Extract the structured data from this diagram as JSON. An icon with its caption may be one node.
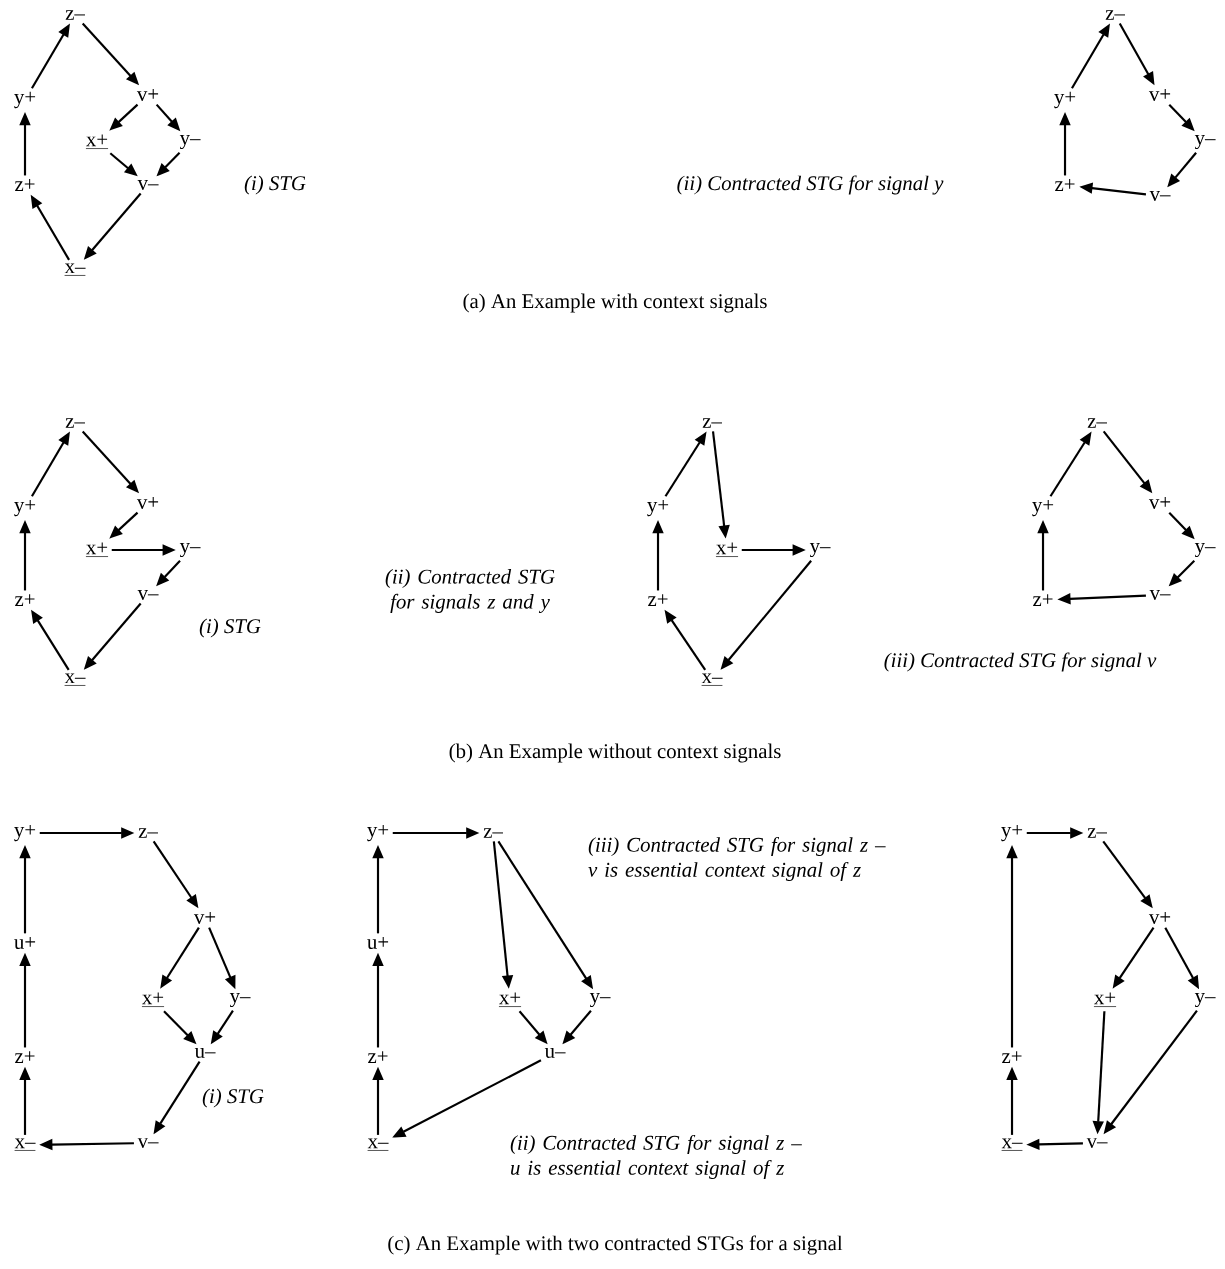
{
  "diagram": {
    "nodes": [
      {
        "text": [
          "z–"
        ]
      },
      {
        "text": [
          "y+"
        ]
      },
      {
        "text": [
          "v+"
        ]
      },
      {
        "text": [
          "x+"
        ]
      },
      {
        "text": [
          "y–"
        ]
      },
      {
        "text": [
          "z+"
        ]
      },
      {
        "text": [
          "v–"
        ]
      },
      {
        "text": [
          "x–"
        ]
      },
      {
        "text": [
          "z–"
        ]
      },
      {
        "text": [
          "y+"
        ]
      },
      {
        "text": [
          "v+"
        ]
      },
      {
        "text": [
          "y–"
        ]
      },
      {
        "text": [
          "z+"
        ]
      },
      {
        "text": [
          "v–"
        ]
      },
      {
        "text": [
          "z–"
        ]
      },
      {
        "text": [
          "y+"
        ]
      },
      {
        "text": [
          "v+"
        ]
      },
      {
        "text": [
          "x+"
        ]
      },
      {
        "text": [
          "y–"
        ]
      },
      {
        "text": [
          "z+"
        ]
      },
      {
        "text": [
          "v–"
        ]
      },
      {
        "text": [
          "x–"
        ]
      },
      {
        "text": [
          "z–"
        ]
      },
      {
        "text": [
          "y+"
        ]
      },
      {
        "text": [
          "x+"
        ]
      },
      {
        "text": [
          "y–"
        ]
      },
      {
        "text": [
          "z+"
        ]
      },
      {
        "text": [
          "x–"
        ]
      },
      {
        "text": [
          "z–"
        ]
      },
      {
        "text": [
          "y+"
        ]
      },
      {
        "text": [
          "v+"
        ]
      },
      {
        "text": [
          "y–"
        ]
      },
      {
        "text": [
          "z+"
        ]
      },
      {
        "text": [
          "v–"
        ]
      },
      {
        "text": [
          "y+"
        ]
      },
      {
        "text": [
          "z–"
        ]
      },
      {
        "text": [
          "v+"
        ]
      },
      {
        "text": [
          "u+"
        ]
      },
      {
        "text": [
          "x+"
        ]
      },
      {
        "text": [
          "y–"
        ]
      },
      {
        "text": [
          "u–"
        ]
      },
      {
        "text": [
          "z+"
        ]
      },
      {
        "text": [
          "x–"
        ]
      },
      {
        "text": [
          "v–"
        ]
      },
      {
        "text": [
          "y+"
        ]
      },
      {
        "text": [
          "z–"
        ]
      },
      {
        "text": [
          "u+"
        ]
      },
      {
        "text": [
          "x+"
        ]
      },
      {
        "text": [
          "y–"
        ]
      },
      {
        "text": [
          "u–"
        ]
      },
      {
        "text": [
          "z+"
        ]
      },
      {
        "text": [
          "x–"
        ]
      },
      {
        "text": [
          "y+"
        ]
      },
      {
        "text": [
          "z–"
        ]
      },
      {
        "text": [
          "v+"
        ]
      },
      {
        "text": [
          "x+"
        ]
      },
      {
        "text": [
          "y–"
        ]
      },
      {
        "text": [
          "z+"
        ]
      },
      {
        "text": [
          "x–"
        ]
      },
      {
        "text": [
          "v–"
        ]
      }
    ],
    "edges": [
      {
        "from": 1,
        "to": 0,
        "arrow": "to"
      },
      {
        "from": 0,
        "to": 2,
        "arrow": "to"
      },
      {
        "from": 2,
        "to": 3,
        "arrow": "to"
      },
      {
        "from": 2,
        "to": 4,
        "arrow": "to"
      },
      {
        "from": 3,
        "to": 6,
        "arrow": "to"
      },
      {
        "from": 4,
        "to": 6,
        "arrow": "to"
      },
      {
        "from": 6,
        "to": 7,
        "arrow": "to"
      },
      {
        "from": 7,
        "to": 5,
        "arrow": "to"
      },
      {
        "from": 5,
        "to": 1,
        "arrow": "to"
      },
      {
        "from": 9,
        "to": 8,
        "arrow": "to"
      },
      {
        "from": 8,
        "to": 10,
        "arrow": "to"
      },
      {
        "from": 10,
        "to": 11,
        "arrow": "to"
      },
      {
        "from": 11,
        "to": 13,
        "arrow": "to"
      },
      {
        "from": 13,
        "to": 12,
        "arrow": "to"
      },
      {
        "from": 12,
        "to": 9,
        "arrow": "to"
      },
      {
        "from": 15,
        "to": 14,
        "arrow": "to"
      },
      {
        "from": 14,
        "to": 16,
        "arrow": "to"
      },
      {
        "from": 16,
        "to": 17,
        "arrow": "to"
      },
      {
        "from": 17,
        "to": 18,
        "arrow": "to"
      },
      {
        "from": 18,
        "to": 20,
        "arrow": "to"
      },
      {
        "from": 20,
        "to": 21,
        "arrow": "to"
      },
      {
        "from": 21,
        "to": 19,
        "arrow": "to"
      },
      {
        "from": 19,
        "to": 15,
        "arrow": "to"
      },
      {
        "from": 23,
        "to": 22,
        "arrow": "to"
      },
      {
        "from": 22,
        "to": 24,
        "arrow": "to"
      },
      {
        "from": 24,
        "to": 25,
        "arrow": "to"
      },
      {
        "from": 25,
        "to": 27,
        "arrow": "to"
      },
      {
        "from": 27,
        "to": 26,
        "arrow": "to"
      },
      {
        "from": 26,
        "to": 23,
        "arrow": "to"
      },
      {
        "from": 29,
        "to": 28,
        "arrow": "to"
      },
      {
        "from": 28,
        "to": 30,
        "arrow": "to"
      },
      {
        "from": 30,
        "to": 31,
        "arrow": "to"
      },
      {
        "from": 31,
        "to": 33,
        "arrow": "to"
      },
      {
        "from": 33,
        "to": 32,
        "arrow": "to"
      },
      {
        "from": 32,
        "to": 29,
        "arrow": "to"
      },
      {
        "from": 37,
        "to": 34,
        "arrow": "to"
      },
      {
        "from": 34,
        "to": 35,
        "arrow": "to"
      },
      {
        "from": 35,
        "to": 36,
        "arrow": "to"
      },
      {
        "from": 36,
        "to": 38,
        "arrow": "to"
      },
      {
        "from": 36,
        "to": 39,
        "arrow": "to"
      },
      {
        "from": 38,
        "to": 40,
        "arrow": "to"
      },
      {
        "from": 39,
        "to": 40,
        "arrow": "to"
      },
      {
        "from": 40,
        "to": 43,
        "arrow": "to"
      },
      {
        "from": 43,
        "to": 42,
        "arrow": "to"
      },
      {
        "from": 42,
        "to": 41,
        "arrow": "to"
      },
      {
        "from": 41,
        "to": 37,
        "arrow": "to"
      },
      {
        "from": 46,
        "to": 44,
        "arrow": "to"
      },
      {
        "from": 44,
        "to": 45,
        "arrow": "to"
      },
      {
        "from": 45,
        "to": 47,
        "arrow": "to"
      },
      {
        "from": 45,
        "to": 48,
        "arrow": "to"
      },
      {
        "from": 47,
        "to": 49,
        "arrow": "to"
      },
      {
        "from": 48,
        "to": 49,
        "arrow": "to"
      },
      {
        "from": 49,
        "to": 51,
        "arrow": "to"
      },
      {
        "from": 51,
        "to": 50,
        "arrow": "to"
      },
      {
        "from": 50,
        "to": 46,
        "arrow": "to"
      },
      {
        "from": 52,
        "to": 53,
        "arrow": "to"
      },
      {
        "from": 53,
        "to": 54,
        "arrow": "to"
      },
      {
        "from": 54,
        "to": 55,
        "arrow": "to"
      },
      {
        "from": 54,
        "to": 56,
        "arrow": "to"
      },
      {
        "from": 55,
        "to": 59,
        "arrow": "to"
      },
      {
        "from": 56,
        "to": 59,
        "arrow": "to"
      },
      {
        "from": 59,
        "to": 58,
        "arrow": "to"
      },
      {
        "from": 58,
        "to": 57,
        "arrow": "to"
      },
      {
        "from": 57,
        "to": 52,
        "arrow": "to"
      }
    ],
    "labels": [
      "(i) STG",
      "(ii) Contracted STG for signal y",
      "(a) An Example with context signals",
      "(ii) Contracted STG for signals z and y",
      "(i) STG",
      "(iii) Contracted STG for signal v",
      "(b) An Example without context signals",
      "(iii) Contracted STG for signal z – v is essential context signal of z",
      "(i) STG",
      "(ii) Contracted STG for signal z – u is essential context signal of z",
      "(c) An Example with two contracted STGs for a signal"
    ]
  }
}
